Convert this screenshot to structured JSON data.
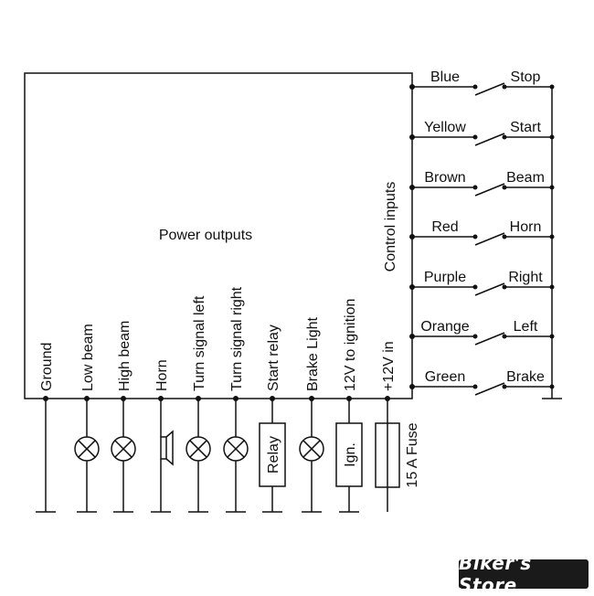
{
  "diagram": {
    "power_title": "Power outputs",
    "control_title": "Control inputs",
    "outputs": [
      {
        "label": "Ground",
        "component": "none"
      },
      {
        "label": "Low beam",
        "component": "lamp"
      },
      {
        "label": "High beam",
        "component": "lamp"
      },
      {
        "label": "Horn",
        "component": "horn"
      },
      {
        "label": "Turn signal left",
        "component": "lamp"
      },
      {
        "label": "Turn signal right",
        "component": "lamp"
      },
      {
        "label": "Start relay",
        "component": "box",
        "box_label": "Relay"
      },
      {
        "label": "Brake Light",
        "component": "lamp"
      },
      {
        "label": "12V to ignition",
        "component": "box",
        "box_label": "Ign."
      },
      {
        "label": "+12V in",
        "component": "fuse",
        "fuse_label": "15 A Fuse"
      }
    ],
    "inputs": [
      {
        "wire": "Blue",
        "switch": "Stop"
      },
      {
        "wire": "Yellow",
        "switch": "Start"
      },
      {
        "wire": "Brown",
        "switch": "Beam"
      },
      {
        "wire": "Red",
        "switch": "Horn"
      },
      {
        "wire": "Purple",
        "switch": "Right"
      },
      {
        "wire": "Orange",
        "switch": "Left"
      },
      {
        "wire": "Green",
        "switch": "Brake"
      }
    ]
  },
  "footer": {
    "store_name": "Biker's Store"
  }
}
